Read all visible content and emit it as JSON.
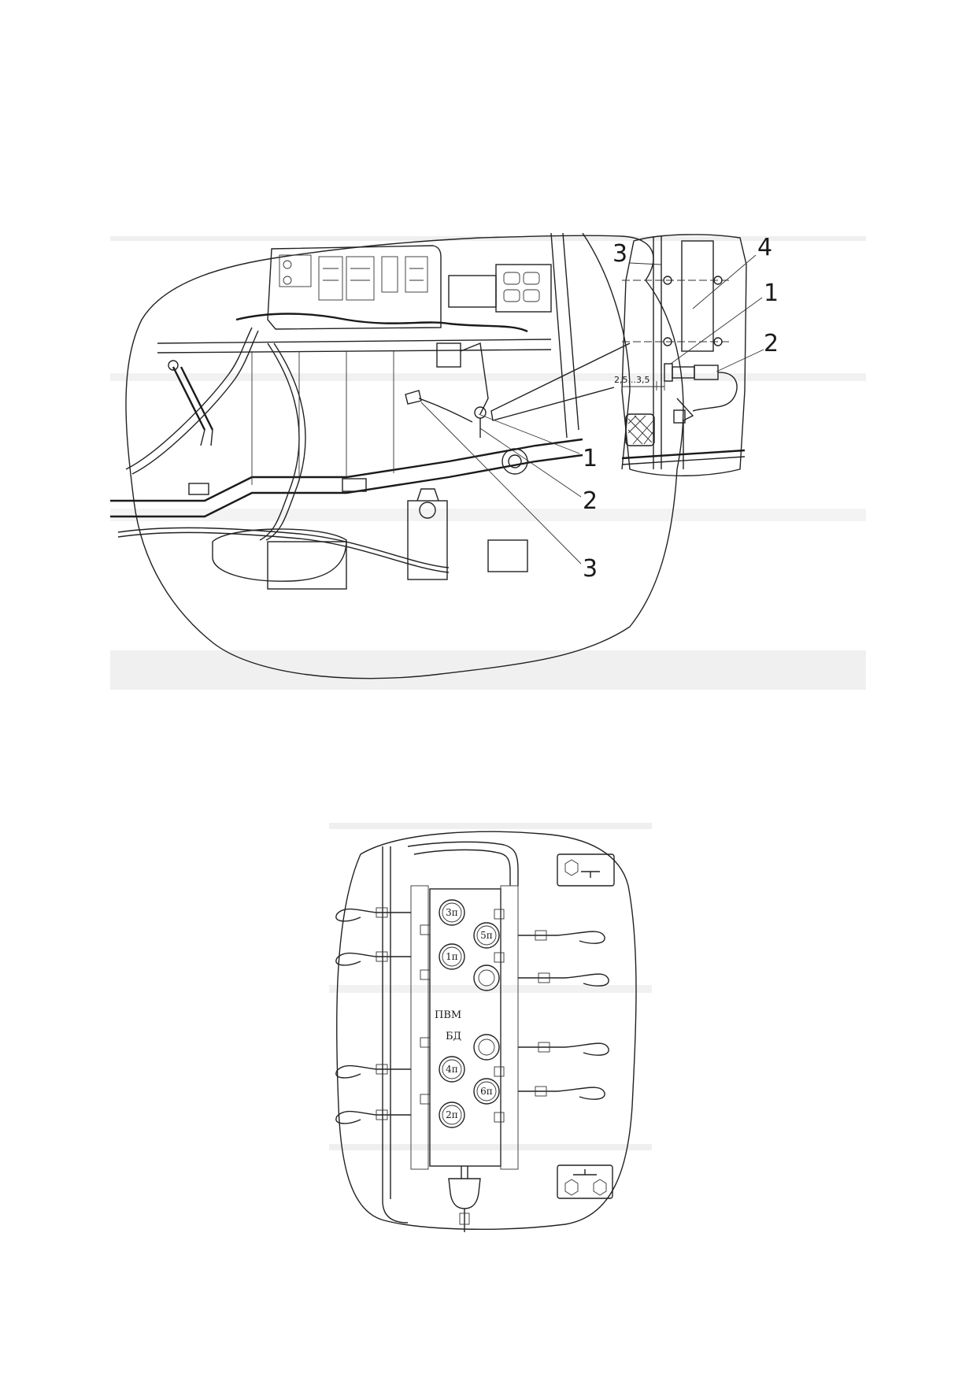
{
  "top_figure": {
    "callouts_main": {
      "c1": "1",
      "c2": "2",
      "c3": "3"
    },
    "callouts_detail": {
      "c3": "3",
      "c4": "4",
      "c1": "1",
      "c2": "2"
    },
    "dimension": "2,5...3,5"
  },
  "bottom_figure": {
    "sections": [
      {
        "key": "s3",
        "label": "3п"
      },
      {
        "key": "s5",
        "label": "5п"
      },
      {
        "key": "s1",
        "label": "1п"
      },
      {
        "key": "s4",
        "label": "4п"
      },
      {
        "key": "s6",
        "label": "6п"
      },
      {
        "key": "s2",
        "label": "2п"
      }
    ],
    "label_pvm": "ПВМ",
    "label_bd": "БД"
  }
}
